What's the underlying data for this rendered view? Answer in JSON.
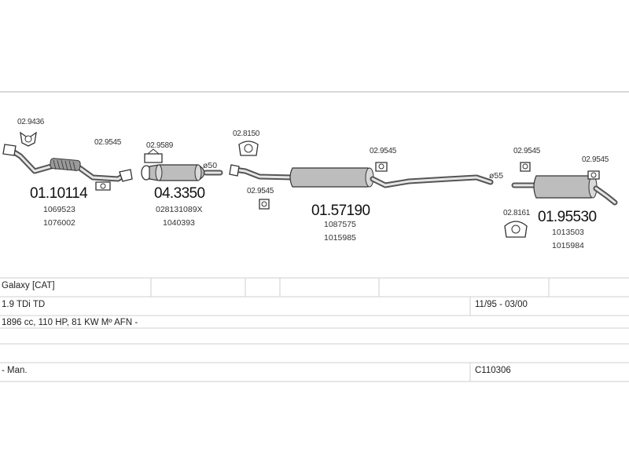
{
  "parts": {
    "clamp_9436": "02.9436",
    "clamp_9545_a": "02.9545",
    "front_pipe": {
      "code": "01.10114",
      "refs": [
        "1069523",
        "1076002"
      ]
    },
    "clamp_9589": "02.9589",
    "catalyst": {
      "code": "04.3350",
      "refs": [
        "028131089X",
        "1040393"
      ],
      "diameter": "ø50"
    },
    "clamp_8150": "02.8150",
    "clamp_9545_b": "02.9545",
    "clamp_9545_c": "02.9545",
    "middle_silencer": {
      "code": "01.57190",
      "refs": [
        "1087575",
        "1015985"
      ],
      "diameter": "ø55"
    },
    "clamp_9545_d": "02.9545",
    "clamp_9545_e": "02.9545",
    "clamp_8161": "02.8161",
    "rear_silencer": {
      "code": "01.95530",
      "refs": [
        "1013503",
        "1015984"
      ]
    }
  },
  "table": {
    "row1": {
      "left": "Galaxy  [CAT]",
      "right": ""
    },
    "row2": {
      "left": "1.9 TDi TD",
      "right": "11/95 - 03/00"
    },
    "row3": {
      "left": "1896 cc, 110 HP, 81 KW Mº AFN -",
      "right": ""
    },
    "row5": {
      "left": "- Man.",
      "right": "C110306"
    }
  },
  "colors": {
    "pipe": "#555555",
    "part": "#bdbdbd",
    "grid": "#cfcfcf"
  }
}
